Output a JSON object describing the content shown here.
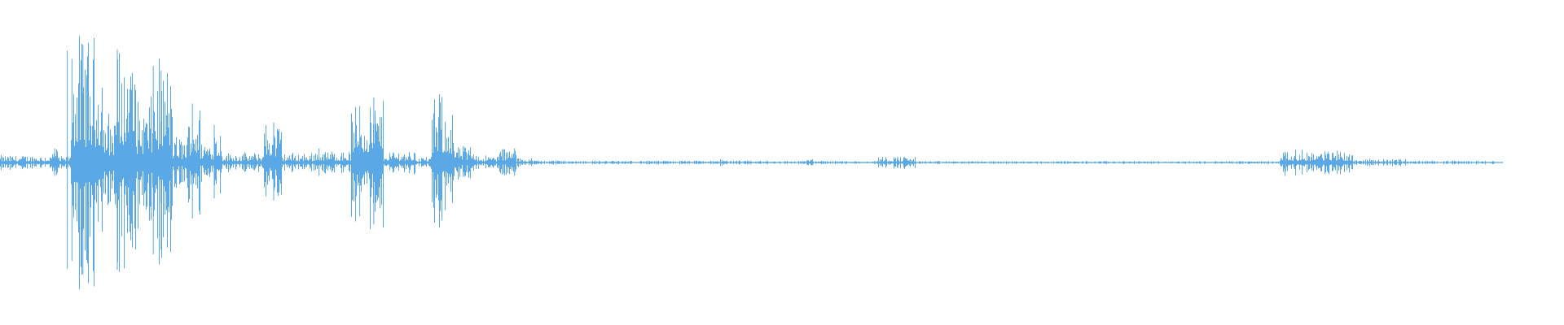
{
  "waveform": {
    "color": "#5aa9e6",
    "background": "#ffffff",
    "segments": [
      {
        "start": 0.0,
        "end": 0.033,
        "level": 0.06
      },
      {
        "start": 0.033,
        "end": 0.037,
        "level": 0.12
      },
      {
        "start": 0.037,
        "end": 0.045,
        "level": 0.05
      },
      {
        "start": 0.045,
        "end": 0.066,
        "level": 1.0
      },
      {
        "start": 0.066,
        "end": 0.073,
        "level": 0.42
      },
      {
        "start": 0.073,
        "end": 0.087,
        "level": 0.93
      },
      {
        "start": 0.087,
        "end": 0.097,
        "level": 0.52
      },
      {
        "start": 0.097,
        "end": 0.11,
        "level": 0.8
      },
      {
        "start": 0.11,
        "end": 0.12,
        "level": 0.22
      },
      {
        "start": 0.12,
        "end": 0.128,
        "level": 0.48
      },
      {
        "start": 0.128,
        "end": 0.136,
        "level": 0.2
      },
      {
        "start": 0.136,
        "end": 0.142,
        "level": 0.3
      },
      {
        "start": 0.142,
        "end": 0.168,
        "level": 0.08
      },
      {
        "start": 0.168,
        "end": 0.18,
        "level": 0.33
      },
      {
        "start": 0.18,
        "end": 0.2,
        "level": 0.08
      },
      {
        "start": 0.2,
        "end": 0.21,
        "level": 0.1
      },
      {
        "start": 0.21,
        "end": 0.224,
        "level": 0.1
      },
      {
        "start": 0.224,
        "end": 0.232,
        "level": 0.46
      },
      {
        "start": 0.232,
        "end": 0.245,
        "level": 0.52
      },
      {
        "start": 0.245,
        "end": 0.257,
        "level": 0.1
      },
      {
        "start": 0.257,
        "end": 0.266,
        "level": 0.1
      },
      {
        "start": 0.266,
        "end": 0.276,
        "level": 0.05
      },
      {
        "start": 0.276,
        "end": 0.29,
        "level": 0.52
      },
      {
        "start": 0.29,
        "end": 0.305,
        "level": 0.14
      },
      {
        "start": 0.305,
        "end": 0.318,
        "level": 0.06
      },
      {
        "start": 0.318,
        "end": 0.33,
        "level": 0.12
      },
      {
        "start": 0.33,
        "end": 0.34,
        "level": 0.04
      },
      {
        "start": 0.34,
        "end": 0.36,
        "level": 0.02
      },
      {
        "start": 0.36,
        "end": 0.46,
        "level": 0.015
      },
      {
        "start": 0.46,
        "end": 0.465,
        "level": 0.04
      },
      {
        "start": 0.465,
        "end": 0.515,
        "level": 0.015
      },
      {
        "start": 0.515,
        "end": 0.52,
        "level": 0.03
      },
      {
        "start": 0.52,
        "end": 0.56,
        "level": 0.015
      },
      {
        "start": 0.56,
        "end": 0.585,
        "level": 0.05
      },
      {
        "start": 0.585,
        "end": 0.818,
        "level": 0.012
      },
      {
        "start": 0.818,
        "end": 0.865,
        "level": 0.1
      },
      {
        "start": 0.865,
        "end": 0.9,
        "level": 0.03
      },
      {
        "start": 0.9,
        "end": 0.96,
        "level": 0.015
      }
    ],
    "spikes": [
      {
        "pos": 0.035,
        "level": 0.12
      },
      {
        "pos": 0.043,
        "level": 0.95
      },
      {
        "pos": 0.046,
        "level": 0.88
      },
      {
        "pos": 0.053,
        "level": 1.0
      },
      {
        "pos": 0.056,
        "level": 0.9
      },
      {
        "pos": 0.075,
        "level": 0.96
      },
      {
        "pos": 0.083,
        "level": 0.62
      },
      {
        "pos": 0.098,
        "level": 0.82
      },
      {
        "pos": 0.103,
        "level": 0.78
      },
      {
        "pos": 0.123,
        "level": 0.5
      },
      {
        "pos": 0.137,
        "level": 0.32
      },
      {
        "pos": 0.175,
        "level": 0.34
      },
      {
        "pos": 0.204,
        "level": 0.12
      },
      {
        "pos": 0.23,
        "level": 0.48
      },
      {
        "pos": 0.239,
        "level": 0.55
      },
      {
        "pos": 0.281,
        "level": 0.58
      },
      {
        "pos": 0.329,
        "level": 0.12
      },
      {
        "pos": 0.574,
        "level": 0.05
      },
      {
        "pos": 0.822,
        "level": 0.08
      },
      {
        "pos": 0.855,
        "level": 0.1
      }
    ]
  }
}
